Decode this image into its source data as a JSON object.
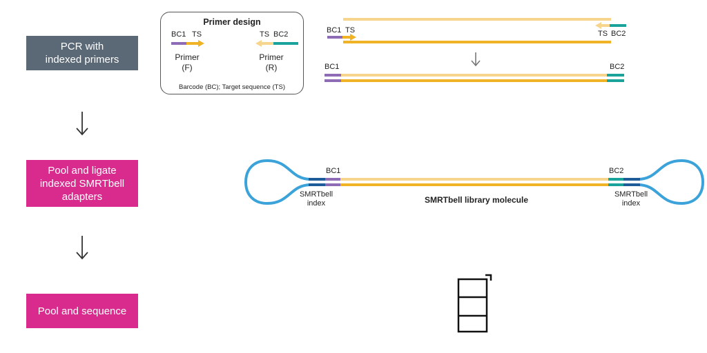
{
  "workflow": {
    "steps": [
      {
        "label": "PCR with\nindexed primers"
      },
      {
        "label": "Pool and ligate\nindexed SMRTbell\nadapters"
      },
      {
        "label": "Pool and sequence"
      }
    ]
  },
  "primer_design": {
    "title": "Primer design",
    "bc1": "BC1",
    "ts_f": "TS",
    "ts_r": "TS",
    "bc2": "BC2",
    "primer_f": "Primer\n(F)",
    "primer_r": "Primer\n(R)",
    "footer": "Barcode (BC); Target sequence (TS)"
  },
  "pcr_diagram": {
    "bc1": "BC1",
    "ts_left": "TS",
    "ts_right": "TS",
    "bc2": "BC2",
    "product_bc1": "BC1",
    "product_bc2": "BC2"
  },
  "smrtbell": {
    "bc1": "BC1",
    "bc2": "BC2",
    "index_left": "SMRTbell\nindex",
    "index_right": "SMRTbell\nindex",
    "caption": "SMRTbell library molecule"
  },
  "colors": {
    "gray_box": "#5b6876",
    "magenta_box": "#d82b8d",
    "barcode_purple": "#8e6bb5",
    "barcode_teal": "#1aa39a",
    "target_gold": "#f0b325",
    "target_light": "#f7d58c",
    "adapter_blue": "#3ba3d9",
    "index_navy": "#1e5b99"
  },
  "icons": [
    "arrow-down-icon",
    "sequencer-icon"
  ]
}
